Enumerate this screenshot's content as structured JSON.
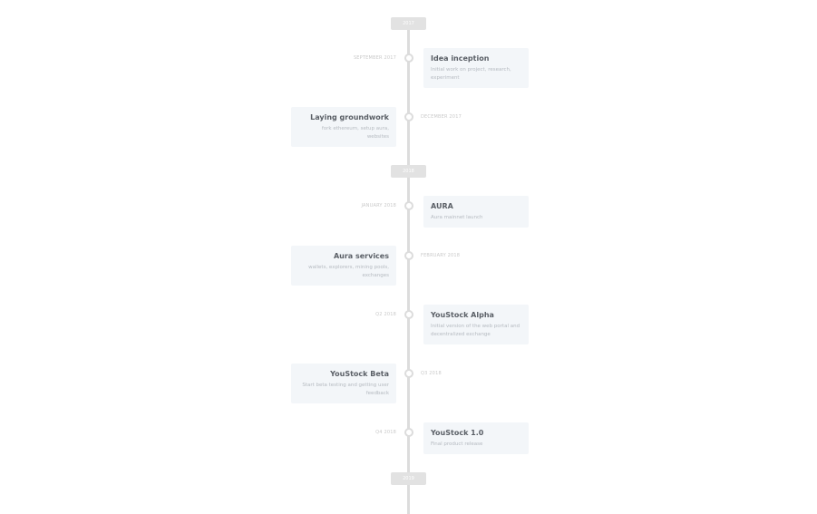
{
  "years": [
    "2017",
    "2018",
    "2019"
  ],
  "events": [
    {
      "date": "SEPTEMBER 2017",
      "title": "Idea inception",
      "desc": "Initial work on project, research, experiment"
    },
    {
      "date": "DECEMBER 2017",
      "title": "Laying groundwork",
      "desc": "fork ethereum, setup aura, websites"
    },
    {
      "date": "JANUARY 2018",
      "title": "AURA",
      "desc": "Aura mainnet launch"
    },
    {
      "date": "FEBRUARY 2018",
      "title": "Aura services",
      "desc": "wallets, explorers, mining pools, exchanges"
    },
    {
      "date": "Q2 2018",
      "title": "YouStock Alpha",
      "desc": "Initial version of the web portal and decentralized exchange"
    },
    {
      "date": "Q3 2018",
      "title": "YouStock Beta",
      "desc": "Start beta testing and getting user feedback"
    },
    {
      "date": "Q4 2018",
      "title": "YouStock 1.0",
      "desc": "Final product release"
    }
  ]
}
